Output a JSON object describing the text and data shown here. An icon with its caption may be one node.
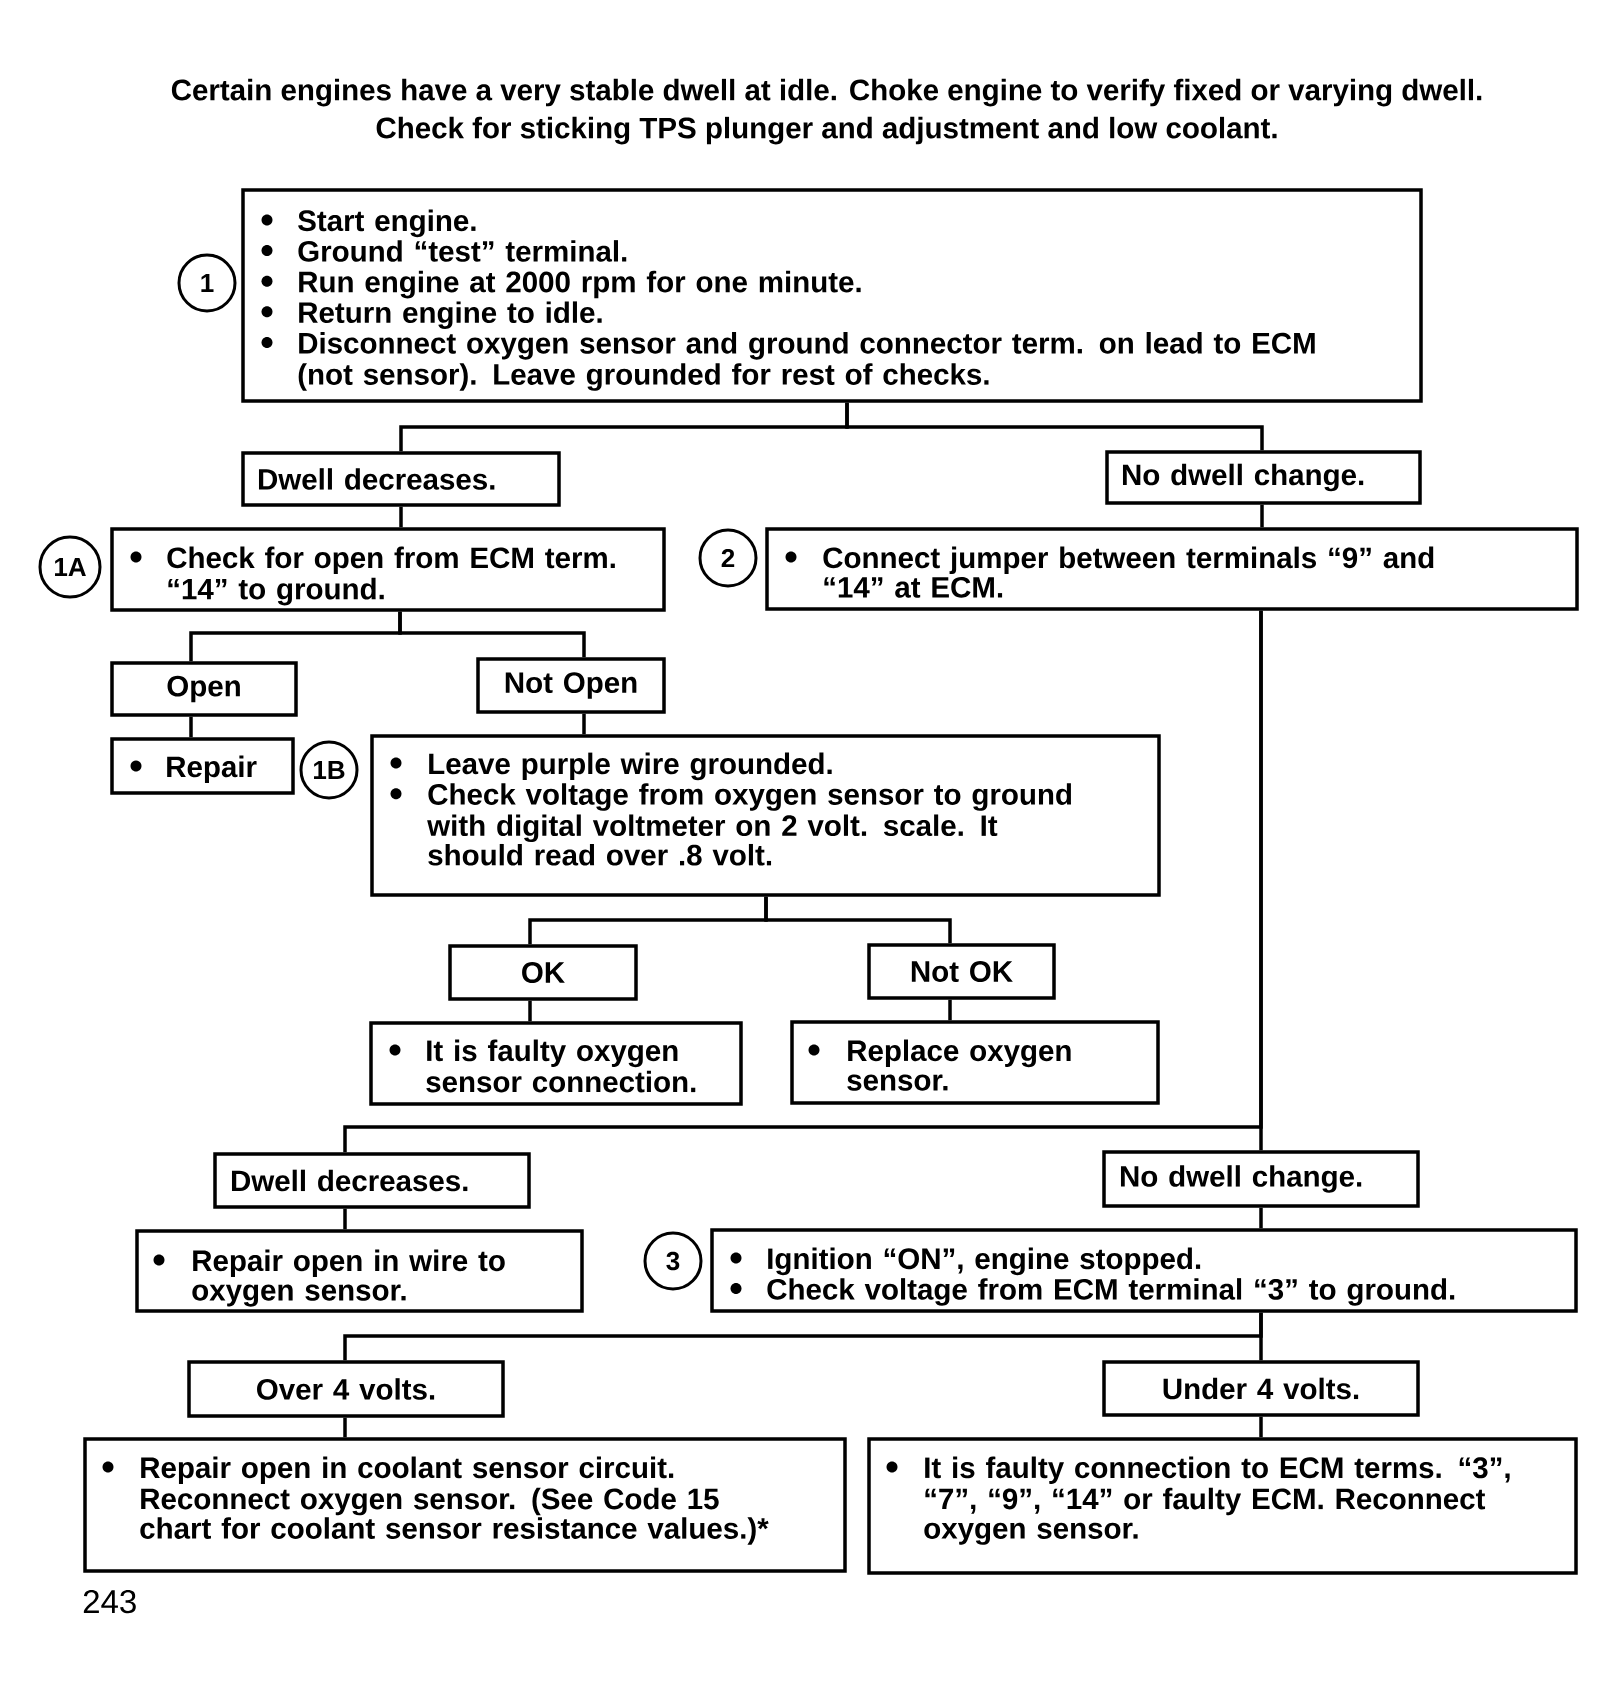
{
  "diagram": {
    "title": "Certain engines have a very stable dwell at idle. Choke engine to verify fixed or varying dwell. Check for sticking TPS plunger and adjustment and low coolant.",
    "nodes": [
      {
        "text": [
          "Start engine.",
          "Ground “test” terminal.",
          "Run engine at 2000 rpm for one minute.",
          "Return engine to idle.",
          "Disconnect oxygen sensor and ground connector term. on lead to ECM (not sensor). Leave grounded for rest of checks."
        ],
        "beside": [
          "1"
        ]
      },
      {
        "text": [
          "Dwell decreases."
        ]
      },
      {
        "text": [
          "No dwell change."
        ]
      },
      {
        "text": [
          "Check for open from ECM term. “14” to ground."
        ],
        "beside": [
          "1A"
        ]
      },
      {
        "text": [
          "Connect jumper between terminals “9” and “14” at ECM."
        ],
        "beside": [
          "2"
        ]
      },
      {
        "text": [
          "Open"
        ]
      },
      {
        "text": [
          "Not Open"
        ]
      },
      {
        "text": [
          "Repair"
        ]
      },
      {
        "text": [
          "Leave purple wire grounded.",
          "Check voltage from oxygen sensor to ground with digital voltmeter on 2 volt. scale. It should read over .8 volt."
        ],
        "beside": [
          "1B"
        ]
      },
      {
        "text": [
          "OK"
        ]
      },
      {
        "text": [
          "Not OK"
        ]
      },
      {
        "text": [
          "It is faulty oxygen sensor connection."
        ]
      },
      {
        "text": [
          "Replace oxygen sensor."
        ]
      },
      {
        "text": [
          "Dwell decreases."
        ]
      },
      {
        "text": [
          "No dwell change."
        ]
      },
      {
        "text": [
          "Repair open in wire to oxygen sensor."
        ]
      },
      {
        "text": [
          "Ignition “ON”, engine stopped.",
          "Check voltage from ECM terminal “3” to ground."
        ],
        "beside": [
          "3"
        ]
      },
      {
        "text": [
          "Over 4 volts."
        ]
      },
      {
        "text": [
          "Under 4 volts."
        ]
      },
      {
        "text": [
          "Repair open in coolant sensor circuit. Reconnect oxygen sensor. (See Code 15 chart for coolant sensor resistance values.)*"
        ]
      },
      {
        "text": [
          "It is faulty connection to ECM terms. “3”, “7”, “9”, “14” or faulty ECM. Reconnect oxygen sensor."
        ]
      }
    ],
    "edges": [
      {
        "from": 0,
        "to": 1,
        "arrow": "none"
      },
      {
        "from": 0,
        "to": 2,
        "arrow": "none"
      },
      {
        "from": 1,
        "to": 3,
        "arrow": "none"
      },
      {
        "from": 2,
        "to": 4,
        "arrow": "none"
      },
      {
        "from": 3,
        "to": 5,
        "arrow": "none"
      },
      {
        "from": 3,
        "to": 6,
        "arrow": "none"
      },
      {
        "from": 5,
        "to": 7,
        "arrow": "none"
      },
      {
        "from": 6,
        "to": 8,
        "arrow": "none"
      },
      {
        "from": 8,
        "to": 9,
        "arrow": "none"
      },
      {
        "from": 8,
        "to": 10,
        "arrow": "none"
      },
      {
        "from": 9,
        "to": 11,
        "arrow": "none"
      },
      {
        "from": 10,
        "to": 12,
        "arrow": "none"
      },
      {
        "from": 4,
        "to": 13,
        "arrow": "none"
      },
      {
        "from": 4,
        "to": 14,
        "arrow": "none"
      },
      {
        "from": 13,
        "to": 15,
        "arrow": "none"
      },
      {
        "from": 14,
        "to": 16,
        "arrow": "none"
      },
      {
        "from": 16,
        "to": 17,
        "arrow": "none"
      },
      {
        "from": 16,
        "to": 18,
        "arrow": "none"
      },
      {
        "from": 17,
        "to": 19,
        "arrow": "none"
      },
      {
        "from": 18,
        "to": 20,
        "arrow": "none"
      }
    ],
    "labels": [
      "243"
    ]
  }
}
